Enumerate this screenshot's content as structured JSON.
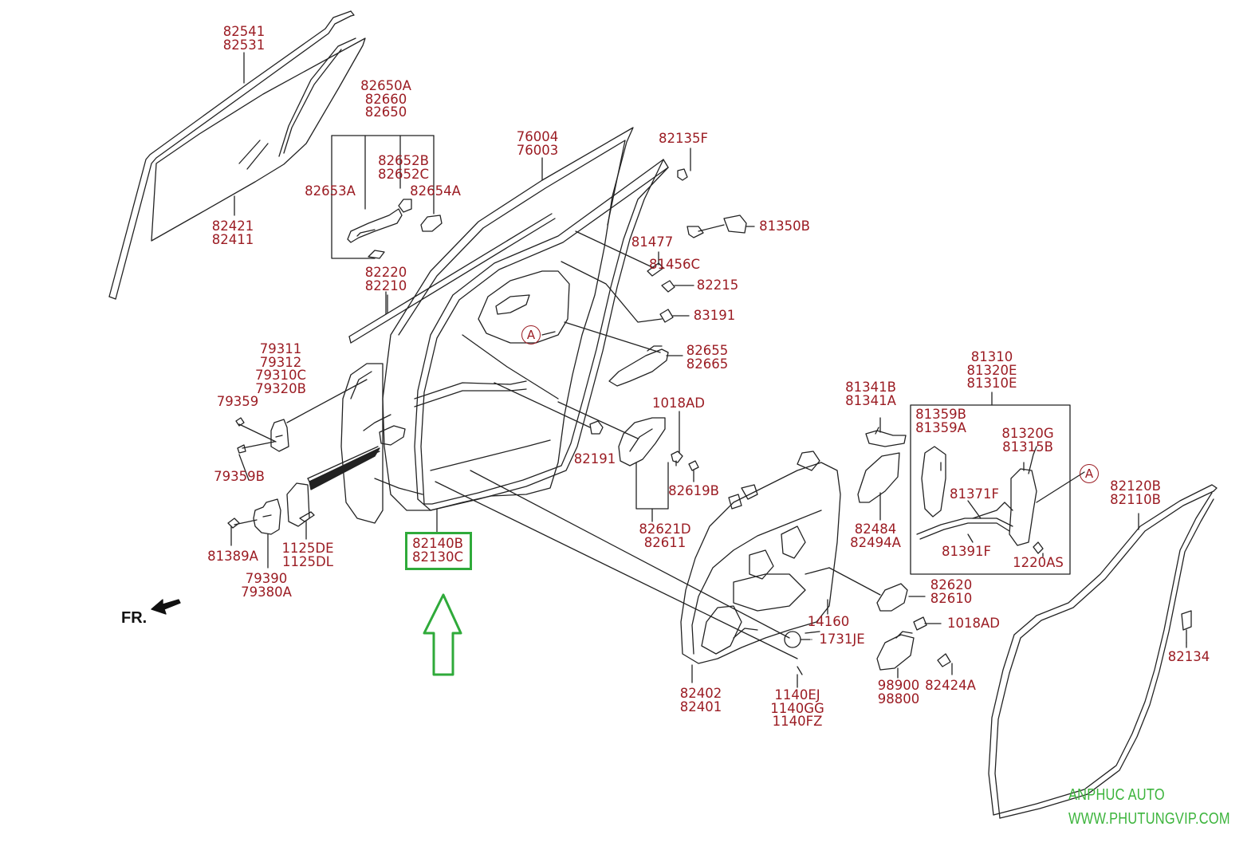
{
  "labels": [
    {
      "id": "lbl-82541",
      "lines": [
        "82541",
        "82531"
      ]
    },
    {
      "id": "lbl-82650a",
      "lines": [
        "82650A",
        "82660",
        "82650"
      ]
    },
    {
      "id": "lbl-82652b",
      "lines": [
        "82652B",
        "82652C"
      ]
    },
    {
      "id": "lbl-82653a",
      "lines": [
        "82653A"
      ]
    },
    {
      "id": "lbl-82654a",
      "lines": [
        "82654A"
      ]
    },
    {
      "id": "lbl-82421",
      "lines": [
        "82421",
        "82411"
      ]
    },
    {
      "id": "lbl-82220",
      "lines": [
        "82220",
        "82210"
      ]
    },
    {
      "id": "lbl-76004",
      "lines": [
        "76004",
        "76003"
      ]
    },
    {
      "id": "lbl-82135f",
      "lines": [
        "82135F"
      ]
    },
    {
      "id": "lbl-81350b",
      "lines": [
        "81350B"
      ]
    },
    {
      "id": "lbl-81477",
      "lines": [
        "81477"
      ]
    },
    {
      "id": "lbl-81456c",
      "lines": [
        "81456C"
      ]
    },
    {
      "id": "lbl-82215",
      "lines": [
        "82215"
      ]
    },
    {
      "id": "lbl-83191",
      "lines": [
        "83191"
      ]
    },
    {
      "id": "lbl-82655",
      "lines": [
        "82655",
        "82665"
      ]
    },
    {
      "id": "lbl-79311",
      "lines": [
        "79311",
        "79312",
        "79310C",
        "79320B"
      ]
    },
    {
      "id": "lbl-79359",
      "lines": [
        "79359"
      ]
    },
    {
      "id": "lbl-79359b",
      "lines": [
        "79359B"
      ]
    },
    {
      "id": "lbl-1018ad-top",
      "lines": [
        "1018AD"
      ]
    },
    {
      "id": "lbl-82191",
      "lines": [
        "82191"
      ]
    },
    {
      "id": "lbl-82619b",
      "lines": [
        "82619B"
      ]
    },
    {
      "id": "lbl-82621d",
      "lines": [
        "82621D",
        "82611"
      ]
    },
    {
      "id": "lbl-81389a",
      "lines": [
        "81389A"
      ]
    },
    {
      "id": "lbl-1125de",
      "lines": [
        "1125DE",
        "1125DL"
      ]
    },
    {
      "id": "lbl-79390",
      "lines": [
        "79390",
        "79380A"
      ]
    },
    {
      "id": "lbl-82140b",
      "lines": [
        "82140B",
        "82130C"
      ]
    },
    {
      "id": "lbl-81341b",
      "lines": [
        "81341B",
        "81341A"
      ]
    },
    {
      "id": "lbl-82484",
      "lines": [
        "82484",
        "82494A"
      ]
    },
    {
      "id": "lbl-81310",
      "lines": [
        "81310",
        "81320E",
        "81310E"
      ]
    },
    {
      "id": "lbl-81359b",
      "lines": [
        "81359B",
        "81359A"
      ]
    },
    {
      "id": "lbl-81320g",
      "lines": [
        "81320G",
        "81315B"
      ]
    },
    {
      "id": "lbl-81371f",
      "lines": [
        "81371F"
      ]
    },
    {
      "id": "lbl-81391f",
      "lines": [
        "81391F"
      ]
    },
    {
      "id": "lbl-1220as",
      "lines": [
        "1220AS"
      ]
    },
    {
      "id": "lbl-82620",
      "lines": [
        "82620",
        "82610"
      ]
    },
    {
      "id": "lbl-14160",
      "lines": [
        "14160"
      ]
    },
    {
      "id": "lbl-1018ad-bot",
      "lines": [
        "1018AD"
      ]
    },
    {
      "id": "lbl-1731je",
      "lines": [
        "1731JE"
      ]
    },
    {
      "id": "lbl-82402",
      "lines": [
        "82402",
        "82401"
      ]
    },
    {
      "id": "lbl-1140ej",
      "lines": [
        "1140EJ",
        "1140GG",
        "1140FZ"
      ]
    },
    {
      "id": "lbl-98900",
      "lines": [
        "98900",
        "98800"
      ]
    },
    {
      "id": "lbl-82424a",
      "lines": [
        "82424A"
      ]
    },
    {
      "id": "lbl-82120b",
      "lines": [
        "82120B",
        "82110B"
      ]
    },
    {
      "id": "lbl-82134",
      "lines": [
        "82134"
      ]
    }
  ],
  "callout_letter": "A",
  "front_indicator": "FR.",
  "watermark": {
    "line1": "ANPHUC AUTO",
    "line2": "WWW.PHUTUNGVIP.COM"
  },
  "colors": {
    "label": "#9b1c23",
    "highlight": "#2faa3a",
    "watermark": "#3cb43c",
    "line": "#222222"
  }
}
